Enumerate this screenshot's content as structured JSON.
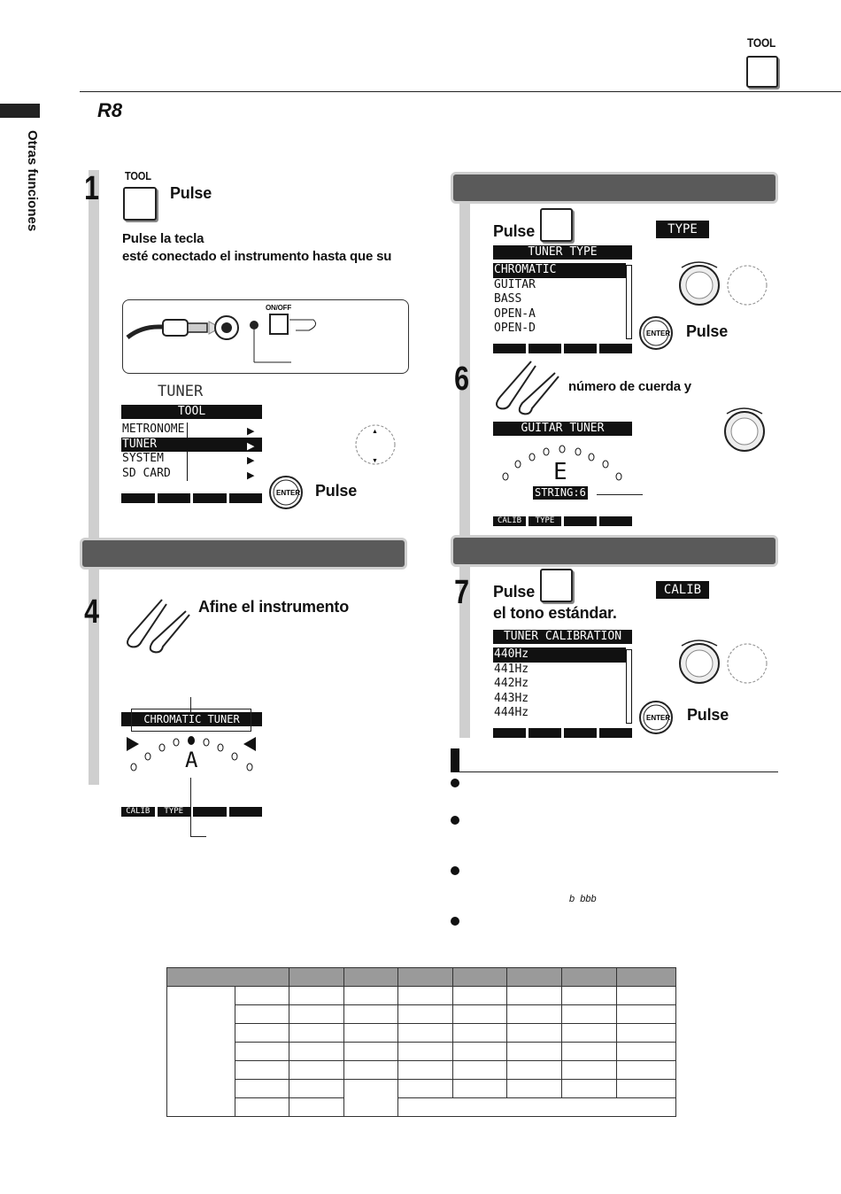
{
  "header": {
    "tool_key_label": "TOOL",
    "model_logo": "R8",
    "side_tab": "Otras funciones"
  },
  "step1": {
    "number": "1",
    "tool_label": "TOOL",
    "pulse": "Pulse",
    "text_line1": "Pulse la tecla",
    "text_line2": "esté conectado el instrumento hasta que su",
    "onoff_label": "ON/OFF"
  },
  "tuner_title": "TUNER",
  "tool_menu": {
    "header": "TOOL",
    "items": [
      "METRONOME",
      "TUNER",
      "SYSTEM",
      "SD CARD"
    ],
    "selected_index": 1,
    "pulse": "Pulse",
    "enter_label": "ENTER"
  },
  "step4": {
    "number": "4",
    "text": "Afine el instrumento",
    "display_header": "CHROMATIC TUNER",
    "note": "A",
    "fkeys": [
      "CALIB",
      "TYPE",
      "",
      ""
    ]
  },
  "step5": {
    "pulse": "Pulse",
    "type_badge": "TYPE",
    "list_header": "TUNER TYPE",
    "items": [
      "CHROMATIC",
      "GUITAR",
      "BASS",
      "OPEN-A",
      "OPEN-D"
    ],
    "selected_index": 0,
    "enter_pulse": "Pulse"
  },
  "step6": {
    "number": "6",
    "text": "número de cuerda y",
    "display_header": "GUITAR TUNER",
    "note": "E",
    "string_label": "STRING:6",
    "fkeys": [
      "CALIB",
      "TYPE",
      "",
      ""
    ]
  },
  "step7": {
    "number": "7",
    "pulse": "Pulse",
    "calib_badge": "CALIB",
    "text": "el tono estándar.",
    "list_header": "TUNER CALIBRATION",
    "items": [
      "440Hz",
      "441Hz",
      "442Hz",
      "443Hz",
      "444Hz"
    ],
    "selected_index": 0,
    "enter_pulse": "Pulse"
  },
  "notes": {
    "flat_symbols": "b  bbb"
  }
}
